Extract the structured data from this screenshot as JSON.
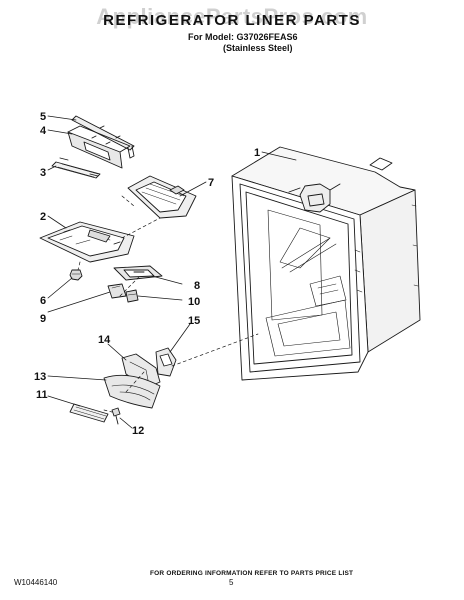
{
  "header": {
    "watermark": "AppliancePartsPros.com",
    "title": "REFRIGERATOR LINER PARTS",
    "model_line": "For Model: G37026FEAS6",
    "finish_line": "(Stainless Steel)"
  },
  "callouts": [
    "1",
    "2",
    "3",
    "4",
    "5",
    "6",
    "7",
    "8",
    "9",
    "10",
    "11",
    "12",
    "13",
    "14",
    "15"
  ],
  "footer": {
    "note": "FOR ORDERING INFORMATION REFER TO PARTS PRICE LIST",
    "doc_number": "W10446140",
    "page_number": "5"
  },
  "colors": {
    "line": "#1a1a1a",
    "watermark": "#999999",
    "background": "#ffffff"
  }
}
